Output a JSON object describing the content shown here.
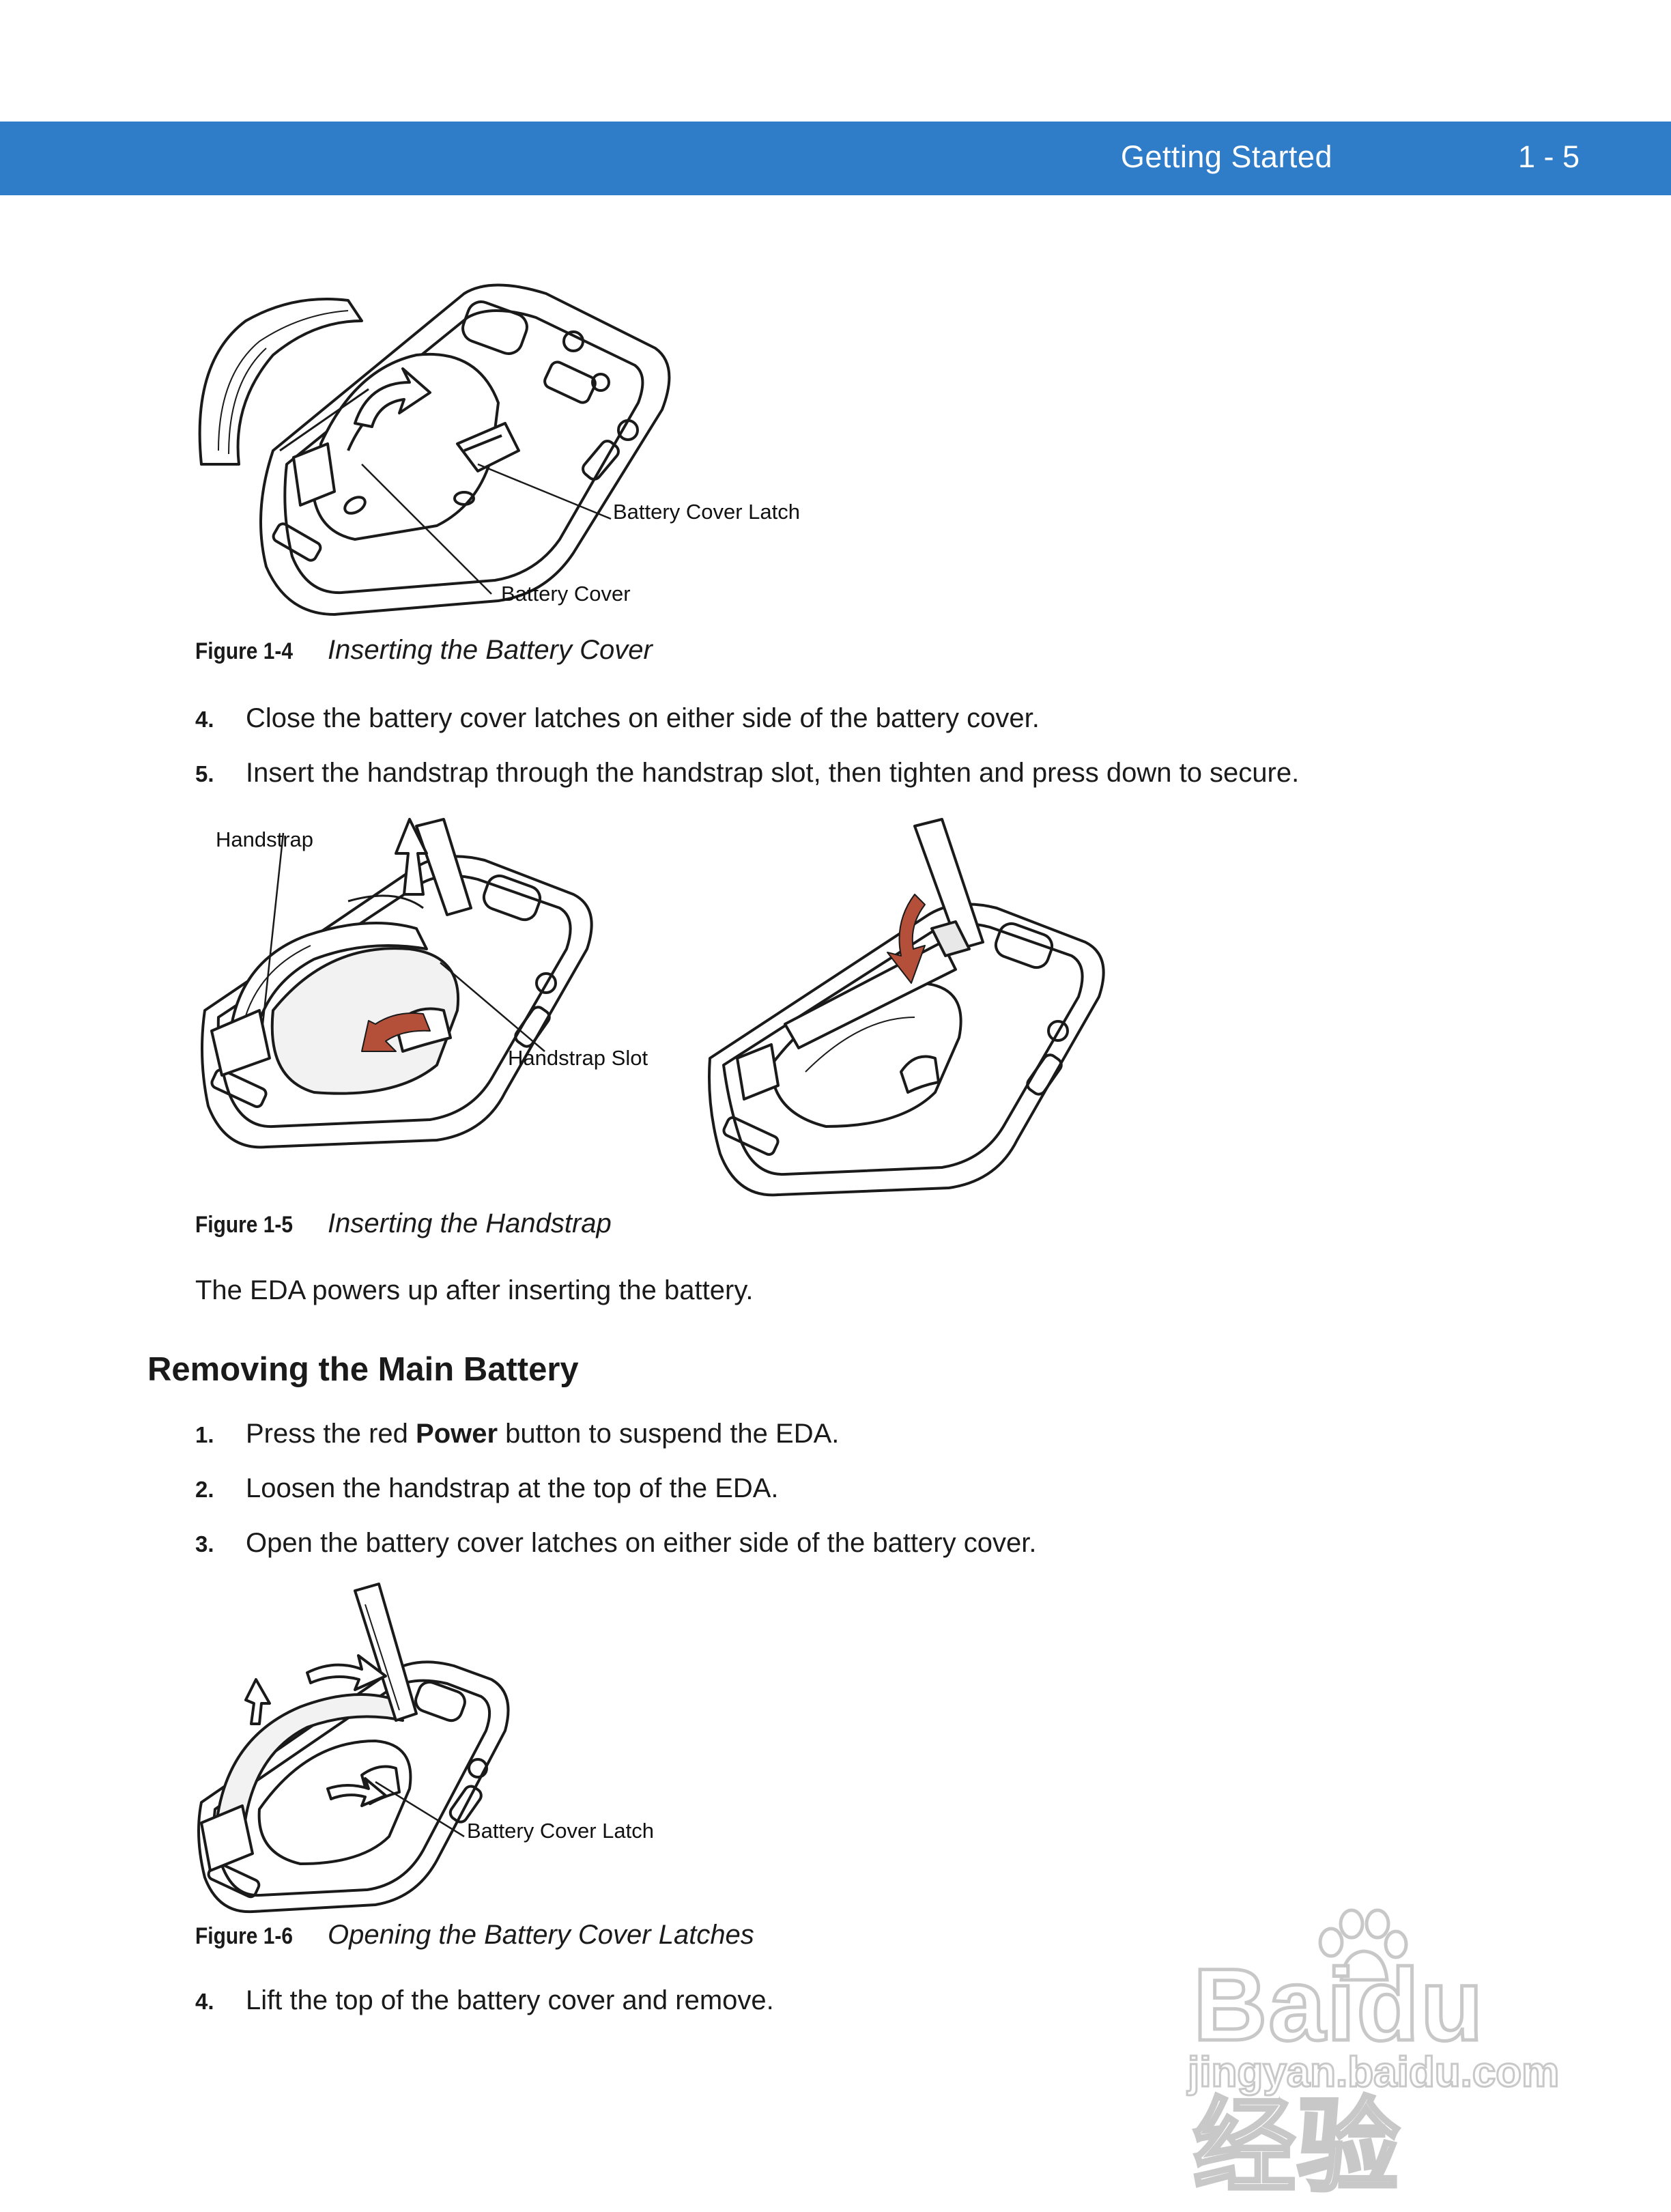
{
  "header": {
    "title": "Getting Started",
    "page": "1 - 5",
    "band_color": "#2f7cc9"
  },
  "figure_1_4": {
    "number": "Figure 1-4",
    "title": "Inserting the Battery Cover",
    "callouts": {
      "latch": "Battery Cover Latch",
      "cover": "Battery Cover"
    }
  },
  "steps_a": [
    {
      "num": "4.",
      "text": "Close the battery cover latches on either side of the battery cover."
    },
    {
      "num": "5.",
      "text": "Insert the handstrap through the handstrap slot, then tighten and press down to secure."
    }
  ],
  "figure_1_5": {
    "number": "Figure 1-5",
    "title": "Inserting the Handstrap",
    "callouts": {
      "handstrap": "Handstrap",
      "slot": "Handstrap Slot"
    }
  },
  "paragraph": "The EDA powers up after inserting the battery.",
  "section": {
    "heading": "Removing the Main Battery",
    "steps": [
      {
        "num": "1.",
        "before": "Press the red ",
        "bold": "Power",
        "after": " button to suspend the EDA."
      },
      {
        "num": "2.",
        "text": "Loosen the handstrap at the top of the EDA."
      },
      {
        "num": "3.",
        "text": "Open the battery cover latches on either side of the battery cover."
      }
    ]
  },
  "figure_1_6": {
    "number": "Figure 1-6",
    "title": "Opening the Battery Cover Latches",
    "callouts": {
      "latch": "Battery Cover Latch"
    }
  },
  "step_final": {
    "num": "4.",
    "text": "Lift the top of the battery cover and remove."
  },
  "watermark": {
    "brand": "Baidu经验",
    "url": "jingyan.baidu.com"
  },
  "colors": {
    "arrow_red": "#b4503a",
    "line": "#1a1a1a"
  }
}
